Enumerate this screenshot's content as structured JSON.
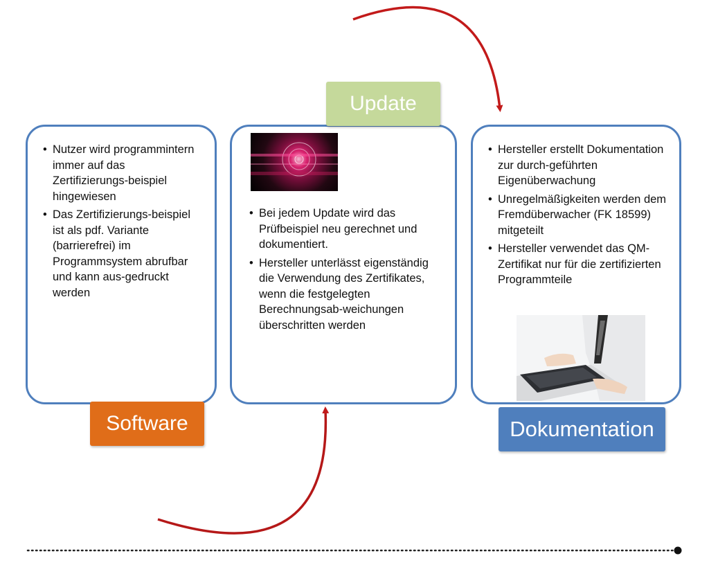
{
  "colors": {
    "panel_border": "#4f7fbd",
    "software_tag": "#e06d19",
    "update_tag": "#c5d99b",
    "dokumentation_tag": "#4f7fbd",
    "arrow": "#c21a1a"
  },
  "panels": {
    "software": {
      "tag": "Software",
      "bullets": [
        "Nutzer wird programmintern immer auf das Zertifizierungs-beispiel hingewiesen",
        "Das Zertifizierungs-beispiel ist als pdf. Variante (barrierefrei) im Programmsystem abrufbar und kann aus-gedruckt werden"
      ]
    },
    "update": {
      "tag": "Update",
      "image_icon": "abstract-tech-image-icon",
      "bullets": [
        "Bei jedem Update wird das Prüfbeispiel neu gerechnet und dokumentiert.",
        "Hersteller unterlässt eigenständig die Verwendung des Zertifikates, wenn die festgelegten Berechnungsab-weichungen überschritten werden"
      ]
    },
    "dokumentation": {
      "tag": "Dokumentation",
      "image_icon": "laptop-typing-icon",
      "bullets": [
        "Hersteller erstellt Dokumentation zur durch-geführten Eigenüberwachung",
        "Unregelmäßigkeiten werden dem Fremdüberwacher (FK 18599) mitgeteilt",
        "Hersteller verwendet das QM-Zertifikat nur für die zertifizierten Programmteile"
      ]
    }
  }
}
